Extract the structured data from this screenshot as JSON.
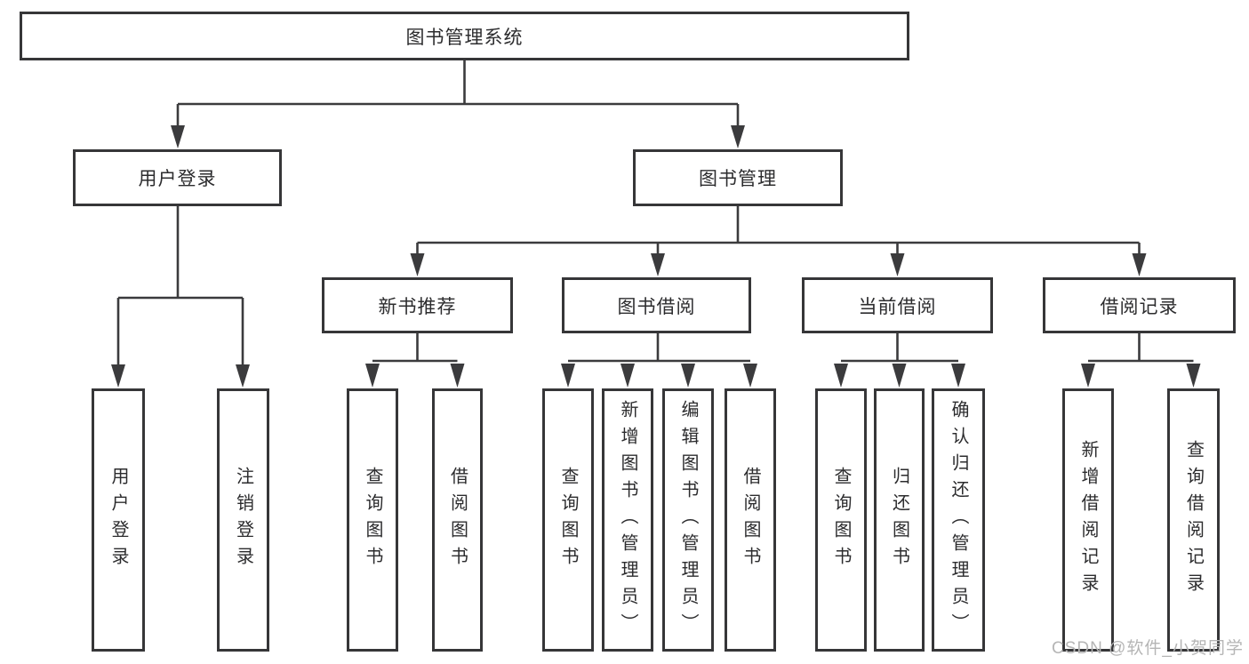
{
  "diagram": {
    "type": "hierarchy-tree",
    "root": {
      "label": "图书管理系统"
    },
    "branches": [
      {
        "label": "用户登录",
        "children": [
          {
            "label": "用户登录"
          },
          {
            "label": "注销登录"
          }
        ]
      },
      {
        "label": "图书管理",
        "children": [
          {
            "label": "新书推荐",
            "children": [
              {
                "label": "查询图书"
              },
              {
                "label": "借阅图书"
              }
            ]
          },
          {
            "label": "图书借阅",
            "children": [
              {
                "label": "查询图书"
              },
              {
                "label": "新增图书（管理员）"
              },
              {
                "label": "编辑图书（管理员）"
              },
              {
                "label": "借阅图书"
              }
            ]
          },
          {
            "label": "当前借阅",
            "children": [
              {
                "label": "查询图书"
              },
              {
                "label": "归还图书"
              },
              {
                "label": "确认归还（管理员）"
              }
            ]
          },
          {
            "label": "借阅记录",
            "children": [
              {
                "label": "新增借阅记录"
              },
              {
                "label": "查询借阅记录"
              }
            ]
          }
        ]
      }
    ]
  },
  "watermark": {
    "text": "CSDN @软件_小贺同学"
  },
  "colors": {
    "line": "#3b3b3d",
    "box_border": "#363638",
    "text": "#2c2c2e",
    "watermark": "#b5b5b5",
    "background": "#ffffff"
  }
}
